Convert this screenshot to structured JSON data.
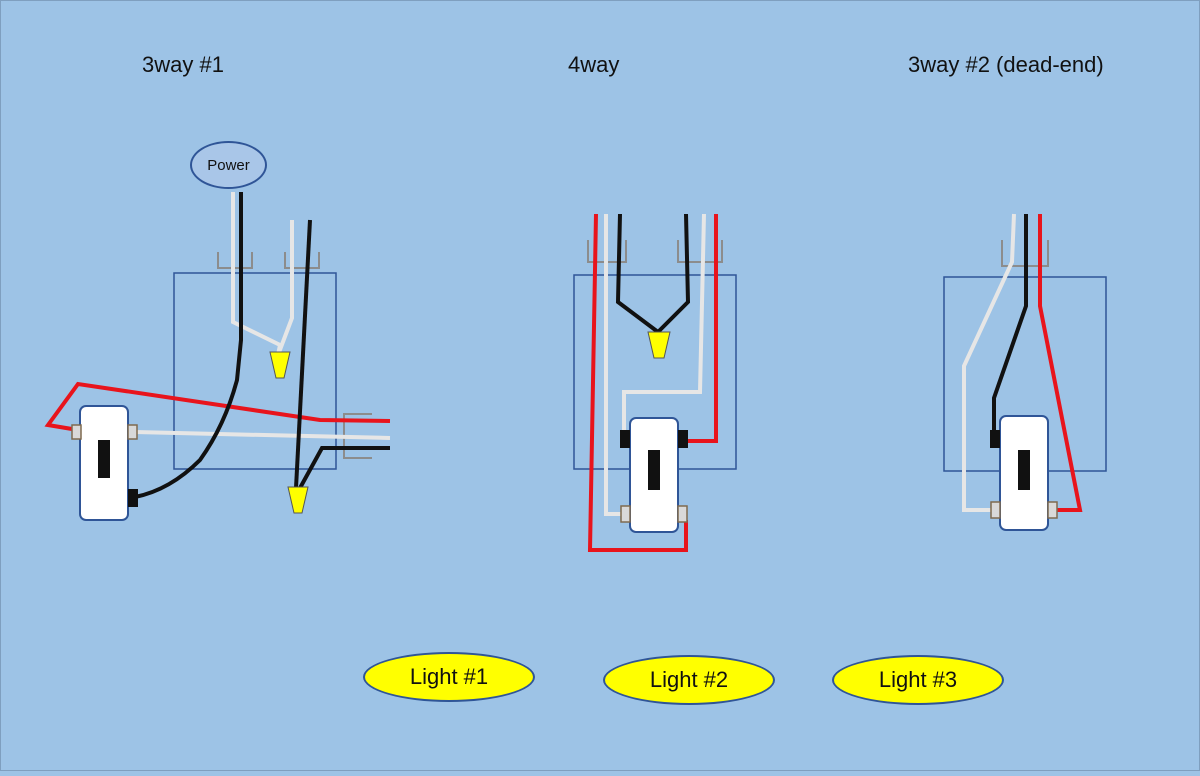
{
  "titles": {
    "switch1": "3way #1",
    "switch2": "4way",
    "switch3": "3way #2 (dead-end)"
  },
  "power_label": "Power",
  "lights": [
    "Light #1",
    "Light #2",
    "Light #3"
  ],
  "colors": {
    "background": "#9dc3e6",
    "box_border": "#2f5597",
    "hot_black": "#111111",
    "neutral_white": "#e6e6e6",
    "traveler_red": "#e8141c",
    "wire_nut": "#ffff00",
    "switch_body": "#ffffff",
    "ground_gray": "#8c8c8c"
  }
}
